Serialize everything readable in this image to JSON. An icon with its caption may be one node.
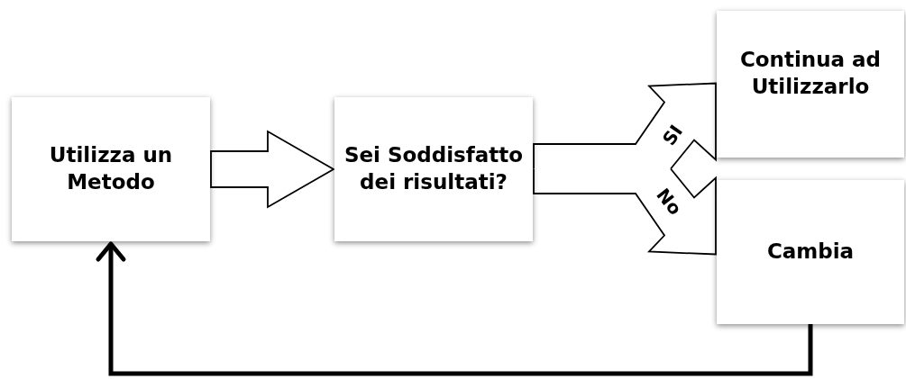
{
  "diagram": {
    "nodes": [
      {
        "text": [
          "Utilizza un Metodo"
        ]
      },
      {
        "text": [
          "Sei Soddisfatto dei risultati?"
        ]
      },
      {
        "text": [
          "Continua ad Utilizzarlo"
        ]
      },
      {
        "text": [
          "Cambia"
        ]
      }
    ],
    "edges": [
      {
        "from": 0,
        "to": 1,
        "arrow": "to"
      },
      {
        "from": 1,
        "to": 2,
        "arrow": "to",
        "label": "SI"
      },
      {
        "from": 1,
        "to": 3,
        "arrow": "to",
        "label": "No"
      },
      {
        "from": 3,
        "to": 0,
        "arrow": "to"
      }
    ]
  }
}
